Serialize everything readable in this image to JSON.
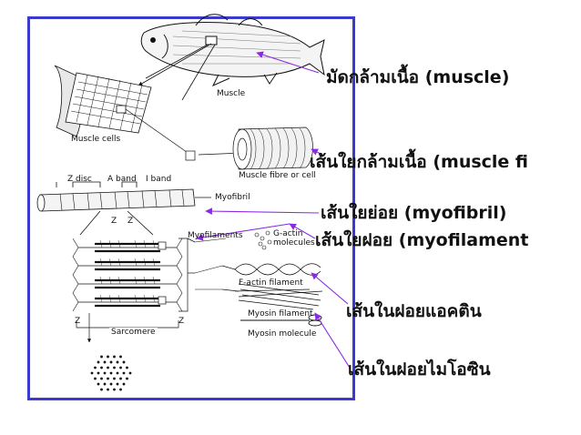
{
  "diagram": {
    "labels": {
      "muscle": "Muscle",
      "muscle_cells": "Muscle cells",
      "muscle_fibre": "Muscle fibre or cell",
      "z_disc": "Z disc",
      "a_band": "A band",
      "i_band": "I band",
      "myofibril": "Myofibril",
      "z_left": "Z",
      "z_right": "Z",
      "myofilaments": "Myofilaments",
      "g_actin": "G-actin",
      "molecules": "molecules",
      "f_actin": "F-actin filament",
      "myosin_filament": "Myosin filament",
      "myosin_molecule": "Myosin molecule",
      "sarc_z_left": "Z",
      "sarc_z_right": "Z",
      "sarcomere": "Sarcomere"
    },
    "colors": {
      "frame": "#3a3acc",
      "arrow": "#8a2be2",
      "ink": "#111111"
    }
  },
  "annotations": [
    {
      "id": "muscle",
      "text": "มัดกล้ามเนื้อ (muscle)"
    },
    {
      "id": "muscle-fibre",
      "text": "เส้นใยกล้ามเนื้อ (muscle fi"
    },
    {
      "id": "myofibril",
      "text": "เส้นใยย่อย (myofibril)"
    },
    {
      "id": "myofilament",
      "text": "เส้นใยฝอย (myofilament"
    },
    {
      "id": "actin",
      "text": "เส้นในฝอยแอคติน"
    },
    {
      "id": "myosin",
      "text": "เส้นในฝอยไมโอซิน"
    }
  ]
}
